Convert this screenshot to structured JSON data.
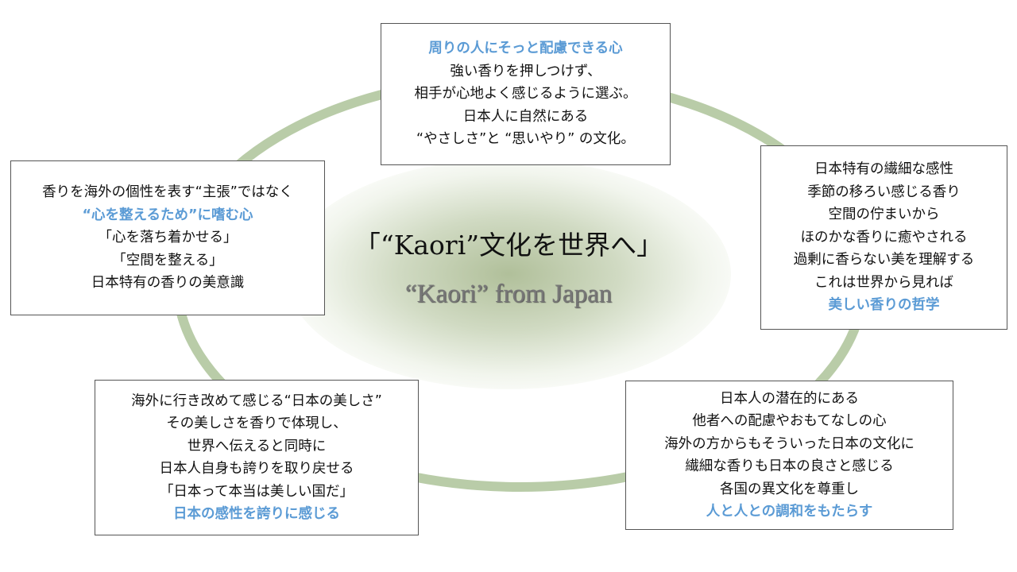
{
  "center": {
    "title": "「“Kaori”文化を世界へ」",
    "subtitle": "“Kaori” from Japan"
  },
  "boxes": {
    "top": {
      "lines": [
        "周りの人にそっと配慮できる心",
        "強い香りを押しつけず、",
        "相手が心地よく感じるように選ぶ。",
        "日本人に自然にある",
        "“やさしさ”と “思いやり” の文化。"
      ]
    },
    "right": {
      "lines": [
        "日本特有の繊細な感性",
        "季節の移ろい感じる香り",
        "空間の佇まいから",
        "ほのかな香りに癒やされる",
        "過剰に香らない美を理解する",
        "これは世界から見れば",
        "美しい香りの哲学"
      ]
    },
    "bottom_right": {
      "lines": [
        "日本人の潜在的にある",
        "他者への配慮やおもてなしの心",
        "海外の方からもそういった日本の文化に",
        "繊細な香りも日本の良さと感じる",
        "各国の異文化を尊重し",
        "人と人との調和をもたらす"
      ]
    },
    "bottom_left": {
      "lines": [
        "海外に行き改めて感じる“日本の美しさ”",
        "その美しさを香りで体現し、",
        "世界へ伝えると同時に",
        "日本人自身も誇りを取り戻せる",
        "「日本って本当は美しい国だ」",
        "日本の感性を誇りに感じる"
      ]
    },
    "left": {
      "lines": [
        "香りを海外の個性を表す“主張”ではなく",
        "“心を整えるため”に嗜む心",
        "「心を落ち着かせる」",
        "「空間を整える」",
        "日本特有の香りの美意識"
      ]
    }
  },
  "colors": {
    "highlight": "#5b9bd5",
    "ring": "#b9cca8"
  }
}
